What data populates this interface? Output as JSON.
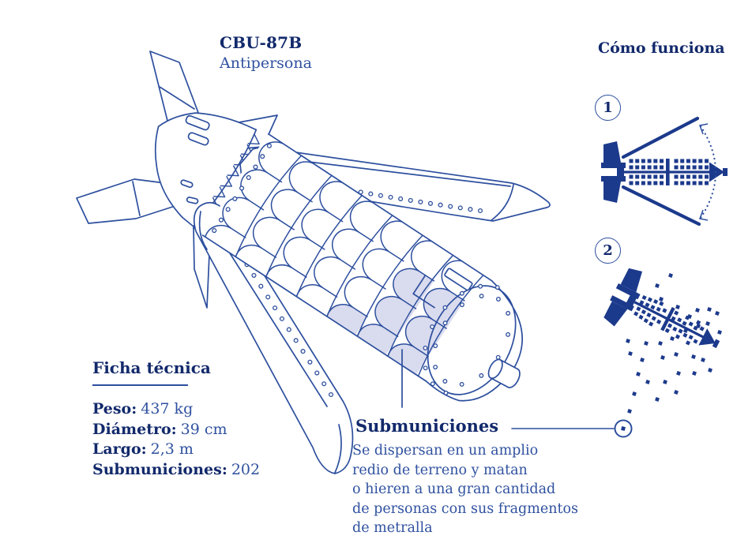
{
  "title": {
    "model": "CBU-87B",
    "subtitle": "Antipersona"
  },
  "how_it_works": {
    "heading": "Cómo funciona",
    "step1_number": "1",
    "step2_number": "2"
  },
  "tech_sheet": {
    "heading": "Ficha técnica",
    "items": [
      {
        "label": "Peso:",
        "value": "437 kg"
      },
      {
        "label": "Diámetro:",
        "value": "39 cm"
      },
      {
        "label": "Largo:",
        "value": "2,3 m"
      },
      {
        "label": "Submuniciones:",
        "value": "202"
      }
    ]
  },
  "submunitions_callout": {
    "heading": "Submuniciones",
    "description_lines": [
      "Se dispersan en un amplio",
      "redio de terreno y matan",
      "o hieren a una gran cantidad",
      "de personas con sus fragmentos",
      "de metralla"
    ]
  },
  "colors": {
    "heading_navy": "#12296b",
    "text_blue": "#2f519f",
    "ink_blue": "#2d4f9e",
    "solid_blue": "#1c3a8c",
    "shade_lavender": "#d9dbee",
    "background": "#ffffff"
  }
}
